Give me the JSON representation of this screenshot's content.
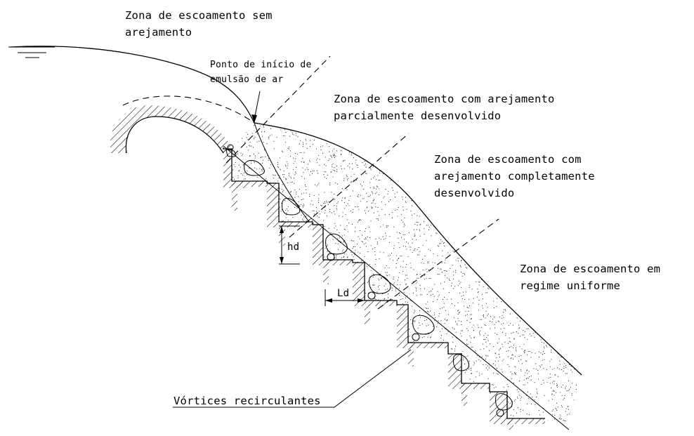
{
  "labels": {
    "zone_no_aeration": [
      "Zona de escoamento sem",
      "arejamento"
    ],
    "inception_point": [
      "Ponto de início de",
      "emulsão de ar"
    ],
    "zone_partial": [
      "Zona de escoamento com arejamento",
      "parcialmente desenvolvido"
    ],
    "zone_full": [
      "Zona de escoamento com",
      "arejamento completamente",
      "desenvolvido"
    ],
    "zone_uniform": [
      "Zona de escoamento em",
      "regime uniforme"
    ],
    "step_height": "hd",
    "step_length": "Ld",
    "vortices": "Vórtices recirculantes"
  }
}
